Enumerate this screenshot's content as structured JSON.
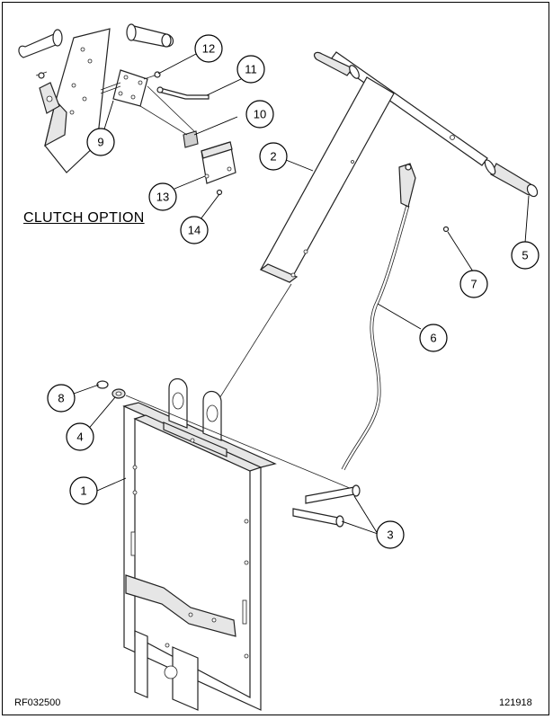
{
  "section_label": "CLUTCH OPTION",
  "drawing_number": "RF032500",
  "date_code": "121918",
  "callouts": [
    "1",
    "2",
    "3",
    "4",
    "5",
    "6",
    "7",
    "8",
    "9",
    "10",
    "11",
    "12",
    "13",
    "14"
  ]
}
